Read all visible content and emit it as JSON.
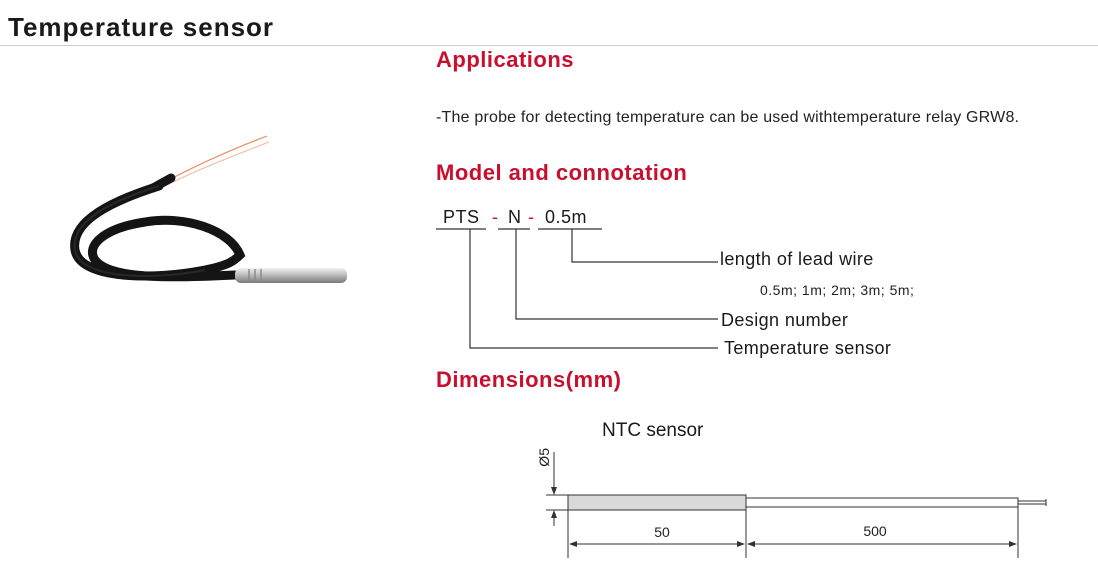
{
  "page": {
    "title": "Temperature sensor"
  },
  "sections": {
    "applications": {
      "heading": "Applications",
      "text": "-The probe for detecting temperature can be used withtemperature relay GRW8."
    },
    "model": {
      "heading": "Model and connotation",
      "parts": [
        "PTS",
        "N",
        "0.5m"
      ],
      "separator": "-",
      "connotations": {
        "length": "length of lead wire",
        "length_options": "0.5m; 1m; 2m; 3m; 5m;",
        "design": "Design number",
        "type": "Temperature sensor"
      }
    },
    "dimensions": {
      "heading": "Dimensions(mm)",
      "sensor_label": "NTC sensor",
      "diameter": "Ø5",
      "probe_length": "50",
      "lead_length": "500"
    }
  },
  "colors": {
    "heading": "#c8102e",
    "text": "#1a1a1a",
    "cable": "#111111",
    "probe": "#c9c9c9"
  }
}
